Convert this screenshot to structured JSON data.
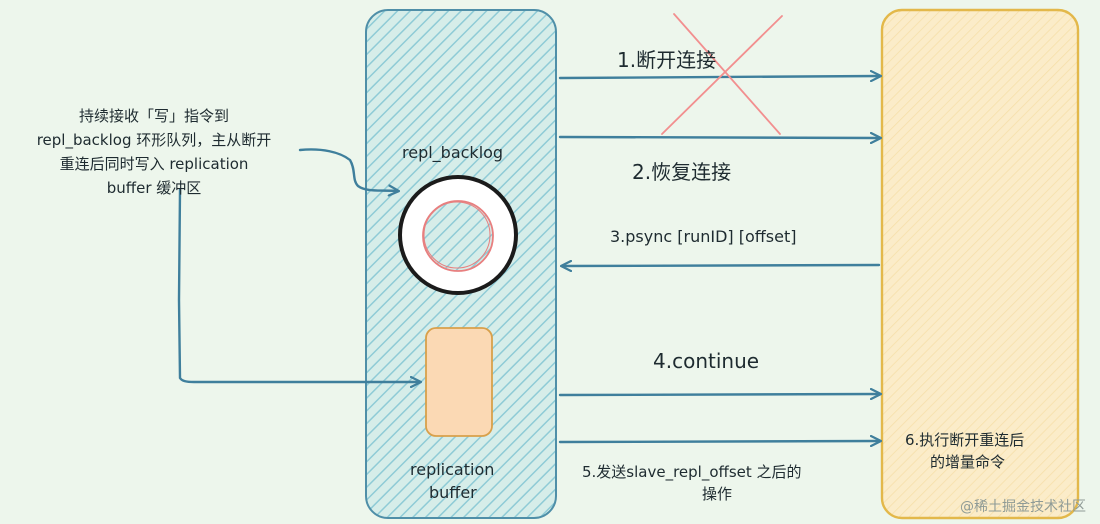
{
  "note": {
    "lines": [
      "持续接收「写」指令到",
      "repl_backlog 环形队列，主从断开",
      "重连后同时写入 replication",
      "buffer 缓冲区"
    ]
  },
  "master": {
    "backlog_label": "repl_backlog",
    "buffer_label_line1": "replication",
    "buffer_label_line2": "buffer"
  },
  "steps": {
    "s1": "1.断开连接",
    "s2": "2.恢复连接",
    "s3": "3.psync [runID] [offset]",
    "s4": "4.continue",
    "s5_line1": "5.发送slave_repl_offset 之后的",
    "s5_line2": "操作"
  },
  "slave": {
    "label_line1": "6.执行断开重连后",
    "label_line2": "的增量命令"
  },
  "watermark": "@稀土掘金技术社区",
  "colors": {
    "background": "#edf6ec",
    "master_stroke": "#4f8fa8",
    "master_hatch": "#8fcbd6",
    "slave_fill": "#fbecc9",
    "slave_stroke": "#e3b84a",
    "buffer_fill": "#fbd9b4",
    "buffer_stroke": "#d9a04a",
    "arrow": "#3f7f9c",
    "cross": "#f28f8f",
    "ring_inner": "#e87f7f"
  }
}
